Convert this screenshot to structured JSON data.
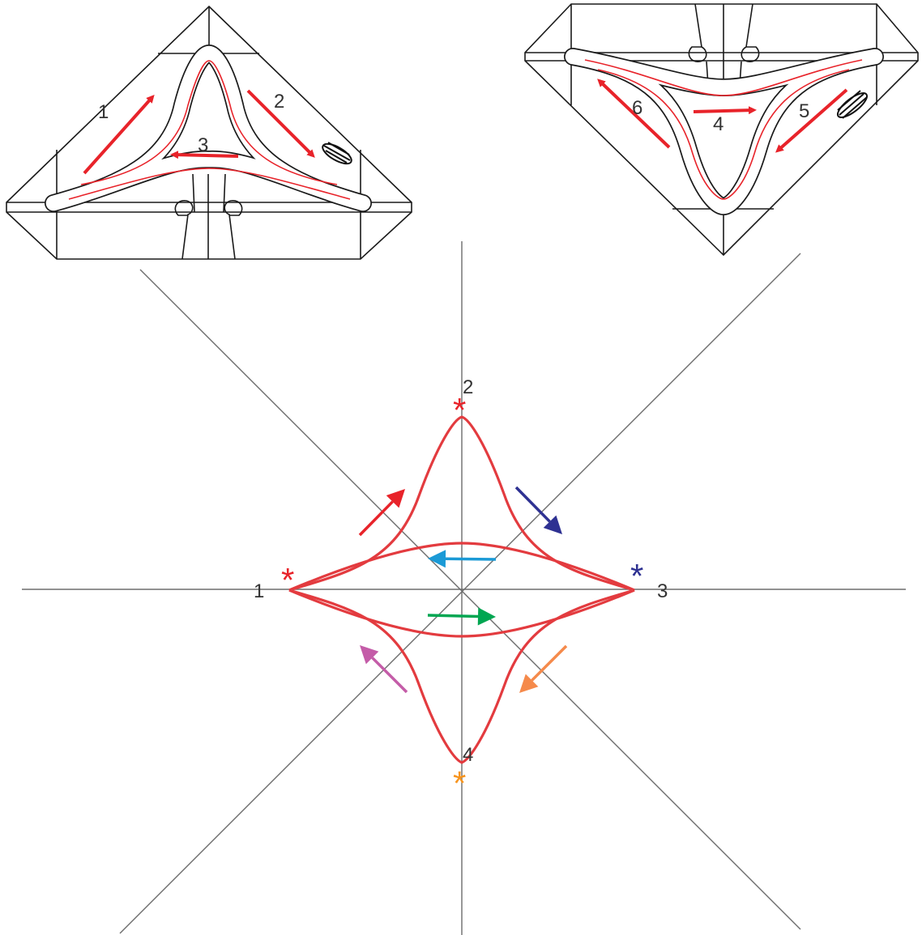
{
  "templates": {
    "left": {
      "step_labels": [
        "1",
        "2",
        "3"
      ],
      "arrow_color": "#e8232a"
    },
    "right": {
      "step_labels": [
        "4",
        "5",
        "6"
      ],
      "arrow_color": "#e8232a"
    }
  },
  "main_diagram": {
    "point_labels": [
      "1",
      "2",
      "3",
      "4"
    ],
    "star_glyph": "*",
    "colors": {
      "curve": "#e33b3f",
      "axes": "#6d6d6d",
      "star_1": "#e8232a",
      "star_2": "#e8232a",
      "star_3": "#2e3192",
      "star_4": "#f7941d",
      "arrow_up_left_curve": "#e8232a",
      "arrow_right_top": "#2e3192",
      "arrow_center_upper": "#1b9ad6",
      "arrow_center_lower": "#00a651",
      "arrow_lower_left": "#c45ca8",
      "arrow_lower_right": "#f58a4b"
    }
  }
}
